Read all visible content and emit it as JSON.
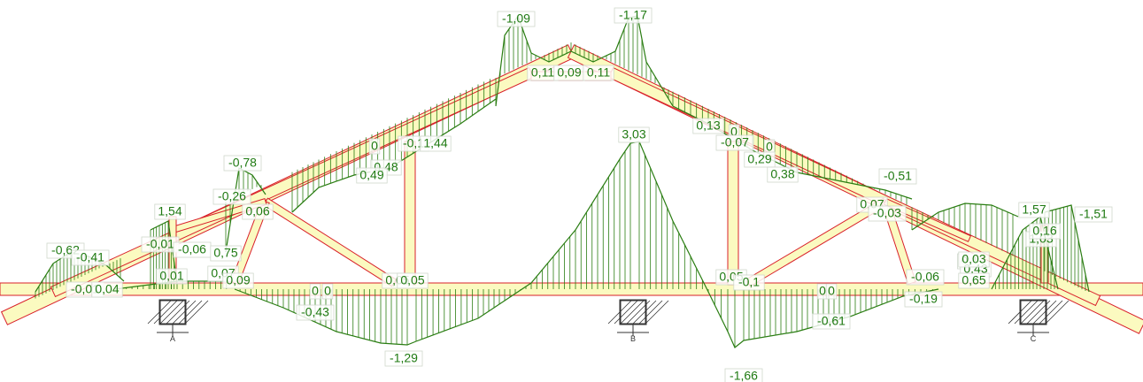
{
  "diagram": {
    "colors": {
      "member_fill": "#fbfac0",
      "member_edge": "#d9202a",
      "diagram_line": "#2a7d12",
      "label_text": "#1f7a12",
      "support_hatch": "#333333"
    },
    "supports": [
      {
        "name": "support-left",
        "label": "A"
      },
      {
        "name": "support-middle",
        "label": "B"
      },
      {
        "name": "support-right",
        "label": "C"
      }
    ],
    "labels": [
      {
        "text": "-1,09"
      },
      {
        "text": "-1,17"
      },
      {
        "text": "0,11"
      },
      {
        "text": "0,09"
      },
      {
        "text": "0,11"
      },
      {
        "text": "0,13"
      },
      {
        "text": "0"
      },
      {
        "text": "-0,07"
      },
      {
        "text": "0"
      },
      {
        "text": "0,29"
      },
      {
        "text": "0,38"
      },
      {
        "text": "0"
      },
      {
        "text": "-0,1"
      },
      {
        "text": "1,44"
      },
      {
        "text": "0,48"
      },
      {
        "text": "0,49"
      },
      {
        "text": "3,03"
      },
      {
        "text": "-0,78"
      },
      {
        "text": "-0,26"
      },
      {
        "text": "0,06"
      },
      {
        "text": "1,54"
      },
      {
        "text": "-0,01"
      },
      {
        "text": "-0,06"
      },
      {
        "text": "0,75"
      },
      {
        "text": "0,01"
      },
      {
        "text": "0,07"
      },
      {
        "text": "0,09"
      },
      {
        "text": "-0,62"
      },
      {
        "text": "-0,41"
      },
      {
        "text": "-0,01"
      },
      {
        "text": "0,04"
      },
      {
        "text": "0,05"
      },
      {
        "text": "0,05"
      },
      {
        "text": "0"
      },
      {
        "text": "0"
      },
      {
        "text": "-0,43"
      },
      {
        "text": "-1,29"
      },
      {
        "text": "0,05"
      },
      {
        "text": "-0,1"
      },
      {
        "text": "-1,66"
      },
      {
        "text": "0"
      },
      {
        "text": "0"
      },
      {
        "text": "-0,61"
      },
      {
        "text": "-0,51"
      },
      {
        "text": "0,07"
      },
      {
        "text": "-0,03"
      },
      {
        "text": "-0,06"
      },
      {
        "text": "0,1"
      },
      {
        "text": "0,43"
      },
      {
        "text": "0,03"
      },
      {
        "text": "0,65"
      },
      {
        "text": "-0,19"
      },
      {
        "text": "1,57"
      },
      {
        "text": "1,03"
      },
      {
        "text": "-1,51"
      },
      {
        "text": "0,16"
      }
    ]
  }
}
